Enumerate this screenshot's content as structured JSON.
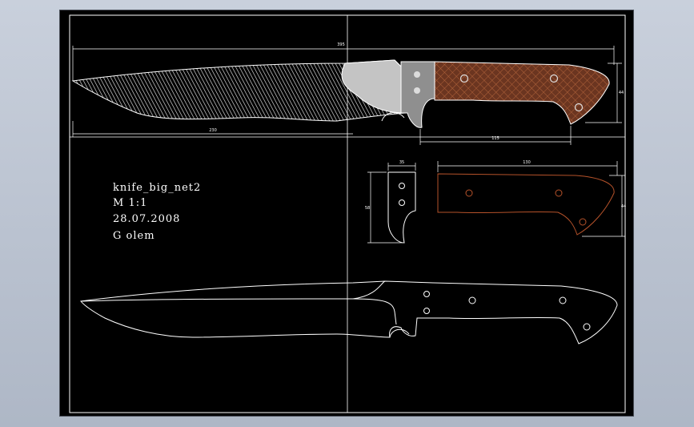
{
  "title_block": {
    "drawing_name": "knife_big_net2",
    "scale": "M  1:1",
    "date": "28.07.2008",
    "author": "G olem"
  },
  "dimensions": {
    "overall_length": "395",
    "blade_length": "230",
    "handle_length": "115",
    "handle_height": "44",
    "bolster_width": "35",
    "bolster_height": "58",
    "scale_length": "130",
    "scale_height": "44"
  },
  "colors": {
    "sheet_background": "#000000",
    "outline": "#ffffff",
    "handle_scale": "#7a3b22",
    "handle_outline": "#b5522a",
    "bolster": "#8f8f8f",
    "blade_steel": "#b9b9b9"
  }
}
